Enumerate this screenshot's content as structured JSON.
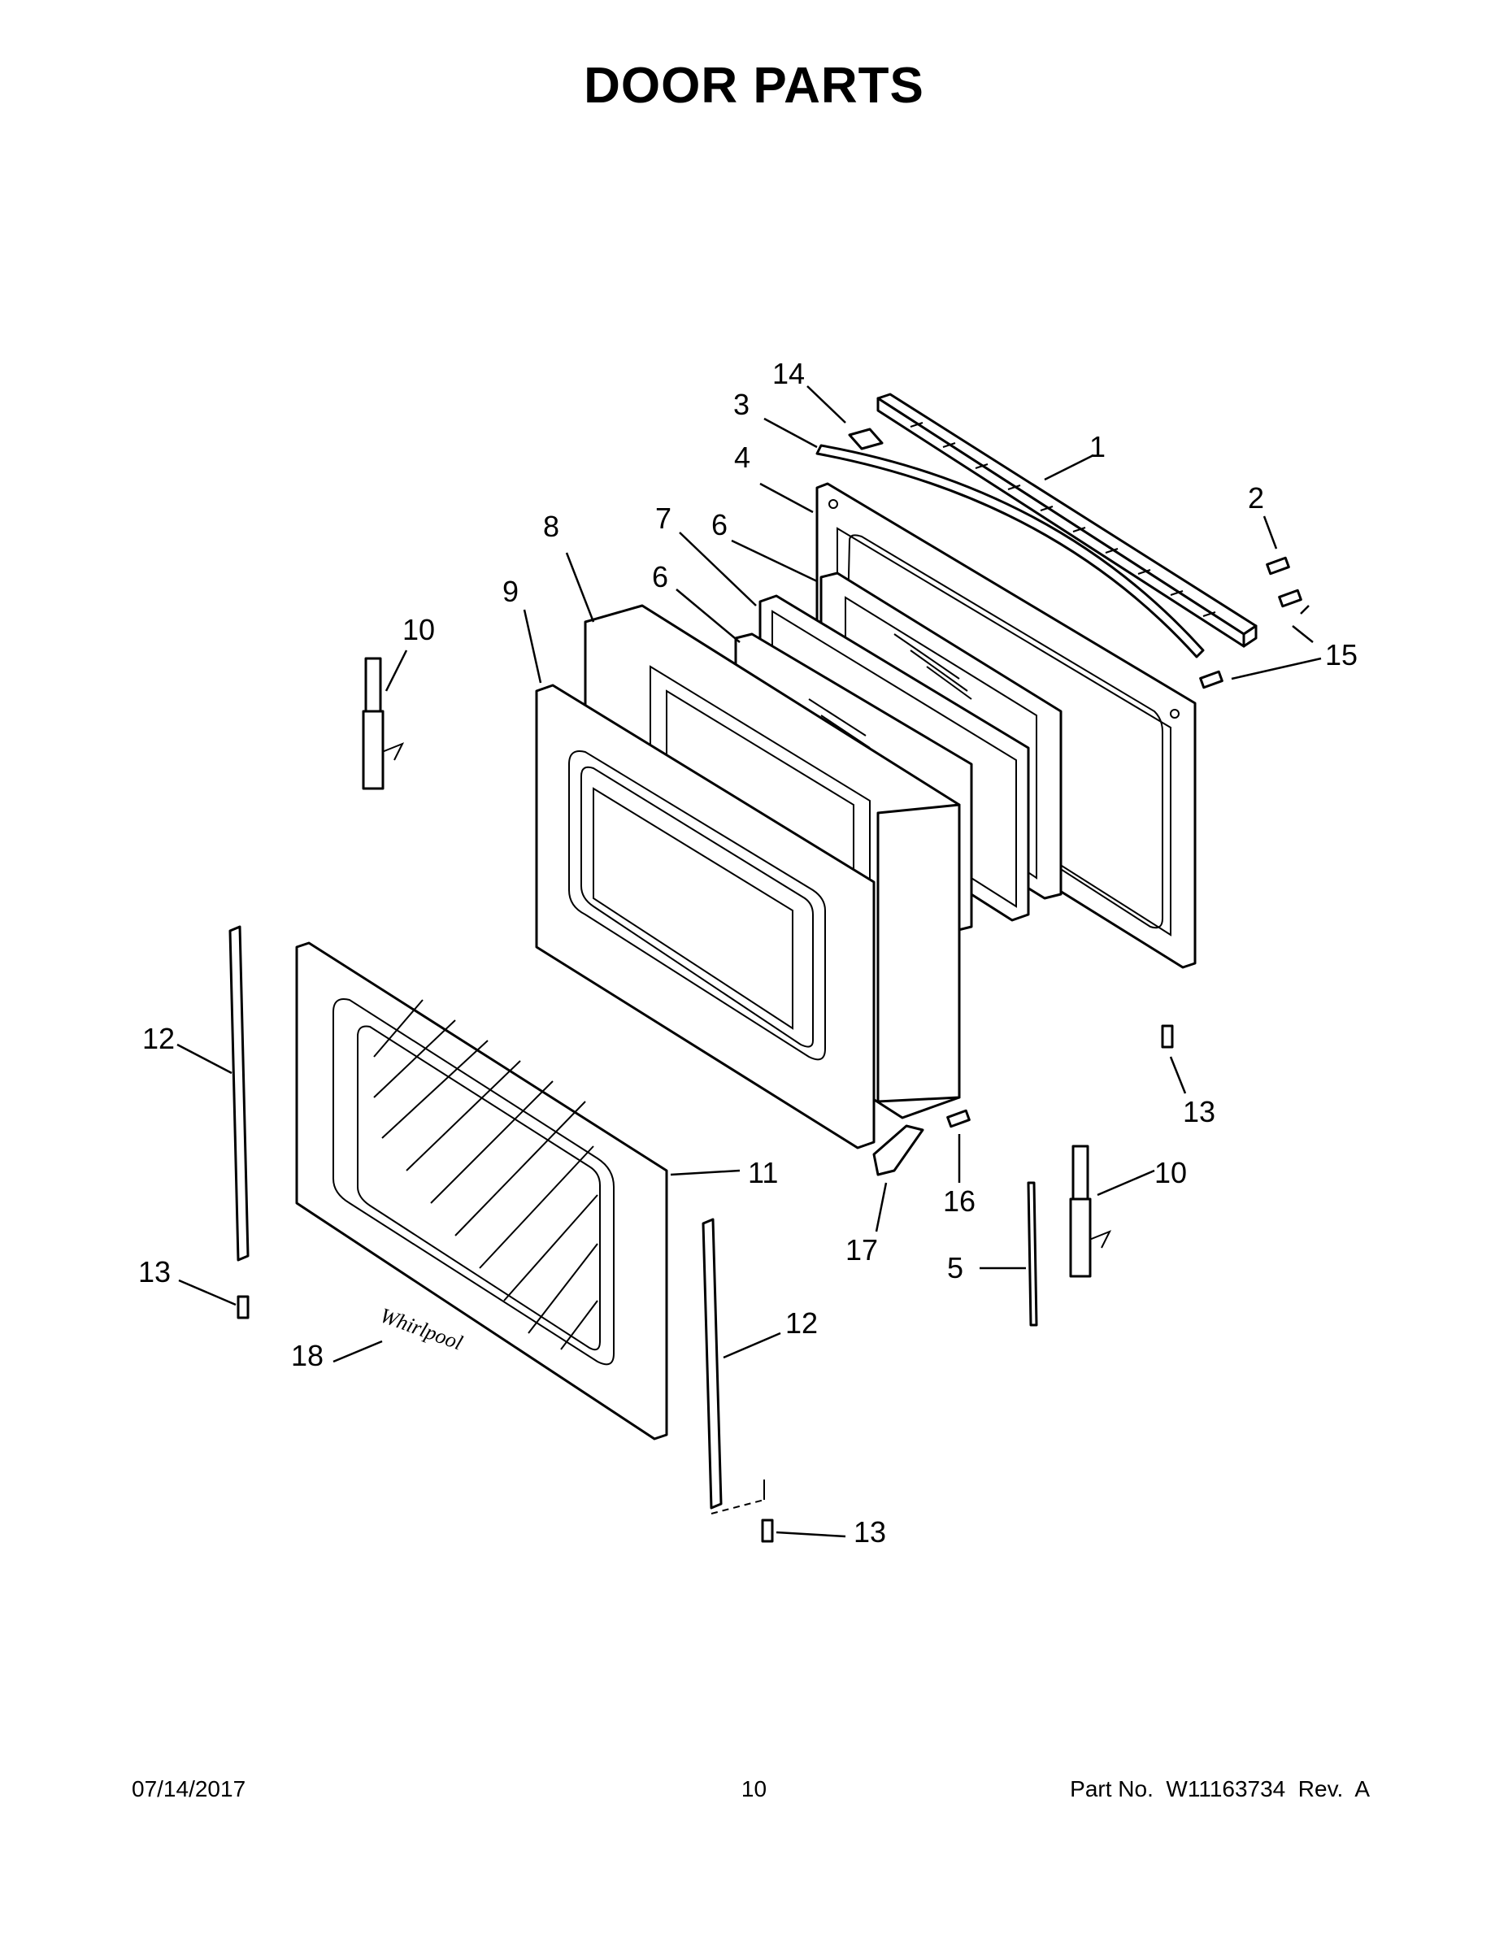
{
  "title": "DOOR PARTS",
  "callouts": [
    {
      "id": "c14",
      "label": "14"
    },
    {
      "id": "c3",
      "label": "3"
    },
    {
      "id": "c1",
      "label": "1"
    },
    {
      "id": "c4",
      "label": "4"
    },
    {
      "id": "c2",
      "label": "2"
    },
    {
      "id": "c8",
      "label": "8"
    },
    {
      "id": "c7",
      "label": "7"
    },
    {
      "id": "c6a",
      "label": "6"
    },
    {
      "id": "c6b",
      "label": "6"
    },
    {
      "id": "c9",
      "label": "9"
    },
    {
      "id": "c10a",
      "label": "10"
    },
    {
      "id": "c15",
      "label": "15"
    },
    {
      "id": "c12a",
      "label": "12"
    },
    {
      "id": "c13a",
      "label": "13"
    },
    {
      "id": "c11",
      "label": "11"
    },
    {
      "id": "c16",
      "label": "16"
    },
    {
      "id": "c10b",
      "label": "10"
    },
    {
      "id": "c17",
      "label": "17"
    },
    {
      "id": "c5",
      "label": "5"
    },
    {
      "id": "c13b",
      "label": "13"
    },
    {
      "id": "c18",
      "label": "18"
    },
    {
      "id": "c12b",
      "label": "12"
    },
    {
      "id": "c13c",
      "label": "13"
    }
  ],
  "footer": {
    "date": "07/14/2017",
    "page": "10",
    "part_label": "Part No.  W11163734  Rev.  A"
  }
}
